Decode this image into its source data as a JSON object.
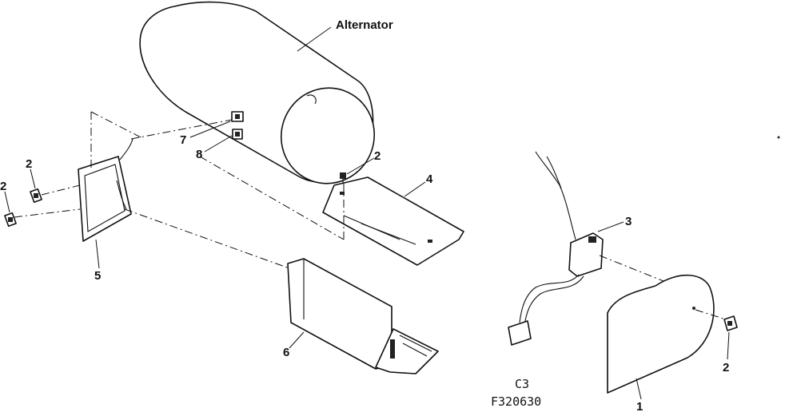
{
  "diagram": {
    "labels": {
      "alternator": "Alternator",
      "part1": "1",
      "part2": "2",
      "part3": "3",
      "part4": "4",
      "part5": "5",
      "part6": "6",
      "part7": "7",
      "part8": "8"
    },
    "figure_code": "C3",
    "figure_number": "F320630"
  }
}
